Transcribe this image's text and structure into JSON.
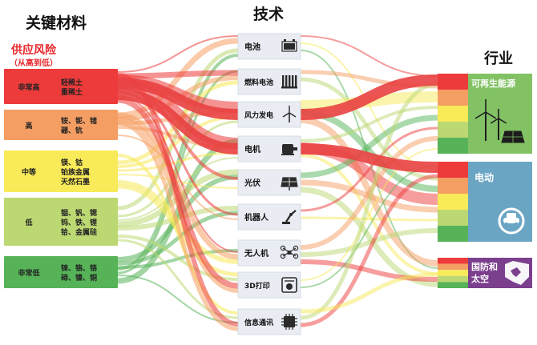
{
  "headers": {
    "materials": "关键材料",
    "technologies": "技术",
    "industries": "行业"
  },
  "risk_legend": {
    "title": "供应风险",
    "subtitle": "（从高到低）"
  },
  "colors": {
    "very_high": "#ed3b3b",
    "high": "#f59e63",
    "medium": "#f8ea59",
    "low": "#bcd873",
    "very_low": "#56b358",
    "renewable_box": "#82c264",
    "emobility_box": "#6ba5c4",
    "defense_box": "#7b3f8e"
  },
  "risk_levels": [
    {
      "key": "very_high",
      "label": "非常高",
      "materials": [
        "轻稀土",
        "重稀土"
      ],
      "color": "#ed3b3b"
    },
    {
      "key": "high",
      "label": "高",
      "materials": [
        "铵、铌、锗",
        "硼、钪"
      ],
      "color": "#f59e63"
    },
    {
      "key": "medium",
      "label": "中等",
      "materials": [
        "镁、钴",
        "铂族金属",
        "天然石墨"
      ],
      "color": "#f8ea59"
    },
    {
      "key": "low",
      "label": "低",
      "materials": [
        "铟、钒、锶",
        "钨、铁、锂",
        "铪、金属硅"
      ],
      "color": "#bcd873"
    },
    {
      "key": "very_low",
      "label": "非常低",
      "materials": [
        "铼、铬、铬",
        "碲、镍、铜"
      ],
      "color": "#56b358"
    }
  ],
  "technologies": [
    {
      "label": "电池",
      "icon": "battery-icon"
    },
    {
      "label": "燃料电池",
      "icon": "fuel-cell-icon"
    },
    {
      "label": "风力发电",
      "icon": "wind-turbine-icon"
    },
    {
      "label": "电机",
      "icon": "motor-icon"
    },
    {
      "label": "光伏",
      "icon": "solar-panel-icon"
    },
    {
      "label": "机器人",
      "icon": "robot-arm-icon"
    },
    {
      "label": "无人机",
      "icon": "drone-icon"
    },
    {
      "label": "3D打印",
      "icon": "printer-3d-icon"
    },
    {
      "label": "信息通讯",
      "icon": "chip-icon"
    }
  ],
  "industries": [
    {
      "label": "可再生能源",
      "icon": "wind-solar-icon",
      "color": "#82c264"
    },
    {
      "label": "电动",
      "icon": "ev-charging-icon",
      "color": "#6ba5c4"
    },
    {
      "label": "国防和太空",
      "label_lines": [
        "国防和",
        "太空"
      ],
      "icon": "eagle-emblem-icon",
      "color": "#7b3f8e"
    }
  ]
}
